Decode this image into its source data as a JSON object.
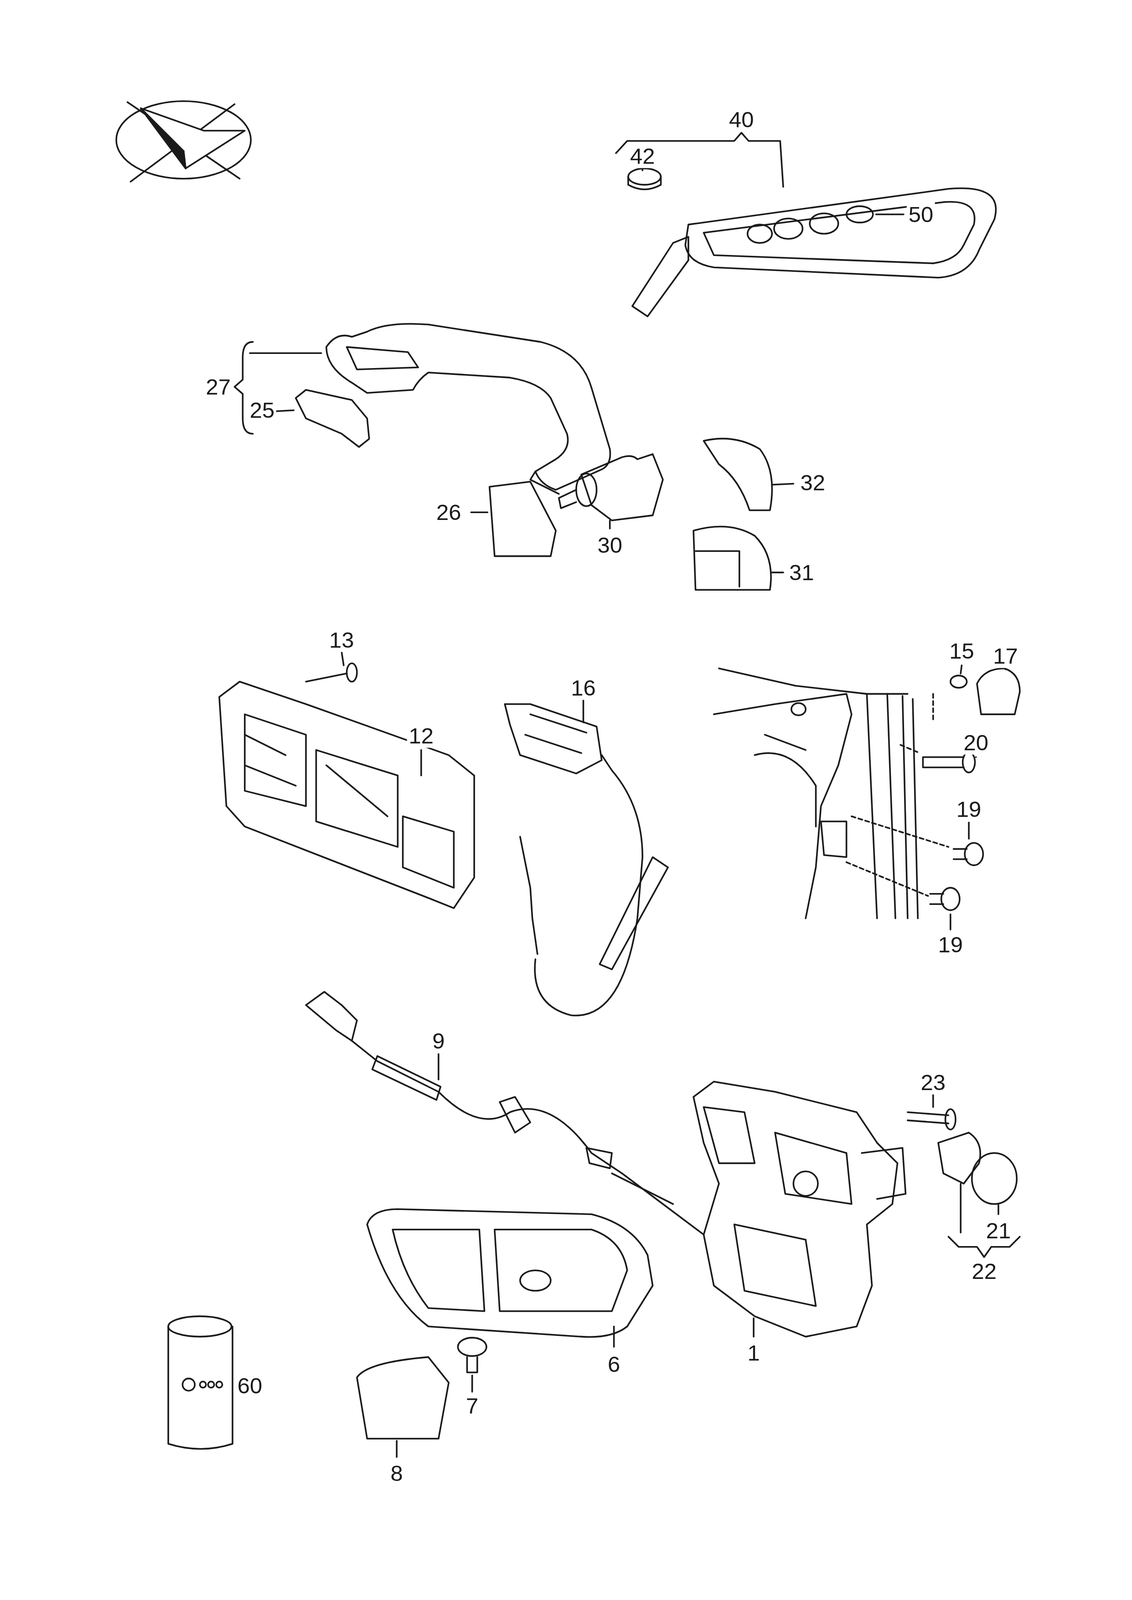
{
  "diagram": {
    "labels": [
      "40",
      "42",
      "50",
      "27",
      "25",
      "32",
      "26",
      "30",
      "31",
      "13",
      "16",
      "15",
      "17",
      "12",
      "20",
      "19",
      "19",
      "9",
      "23",
      "21",
      "22",
      "6",
      "1",
      "60",
      "7",
      "8"
    ]
  }
}
